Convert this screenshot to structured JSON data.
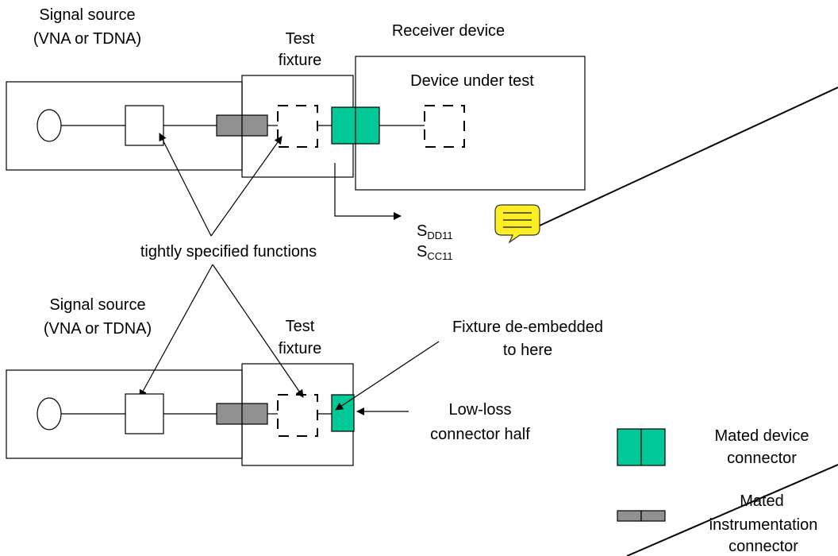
{
  "top": {
    "source_label_1": "Signal source",
    "source_label_2": "(VNA or TDNA)",
    "fixture_label_1": "Test",
    "fixture_label_2": "fixture",
    "receiver_label": "Receiver device",
    "dut_label": "Device under test",
    "sdd_main": "S",
    "sdd_sub": "DD11",
    "scc_main": "S",
    "scc_sub": "CC11"
  },
  "middle": {
    "functions_label": "tightly specified functions"
  },
  "bottom": {
    "source_label_1": "Signal source",
    "source_label_2": "(VNA or TDNA)",
    "fixture_label_1": "Test",
    "fixture_label_2": "fixture",
    "deembed_label_1": "Fixture de-embedded",
    "deembed_label_2": "to here",
    "lowloss_label_1": "Low-loss",
    "lowloss_label_2": "connector half"
  },
  "legend": {
    "device_label_1": "Mated device",
    "device_label_2": "connector",
    "instr_label_1": "Mated",
    "instr_label_2": "instrumentation",
    "instr_label_3": "connector"
  },
  "colors": {
    "device_connector": "#00c896",
    "instrument_connector": "#909090",
    "note_icon": "#ffee22"
  },
  "icons": {
    "comment": "comment-note-icon"
  }
}
